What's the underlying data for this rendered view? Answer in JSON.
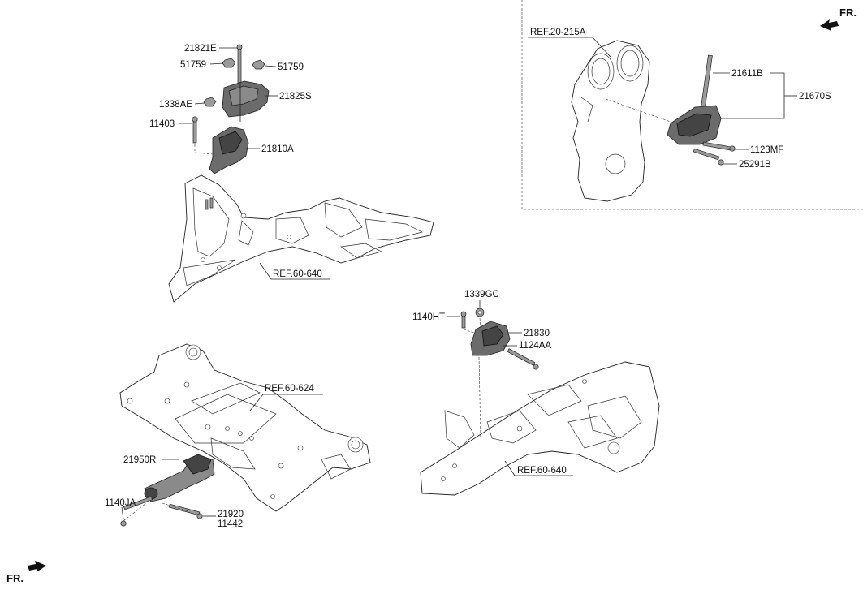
{
  "labels": {
    "fr_top": "FR.",
    "fr_bottom": "FR.",
    "p21821E": "21821E",
    "p51759a": "51759",
    "p51759b": "51759",
    "p1338AE": "1338AE",
    "p21825S": "21825S",
    "p11403": "11403",
    "p21810A": "21810A",
    "ref60_640_a": "REF.60-640",
    "ref20_215A": "REF.20-215A",
    "p21611B": "21611B",
    "p21670S": "21670S",
    "p1123MF": "1123MF",
    "p25291B": "25291B",
    "p1339GC": "1339GC",
    "p1140HT": "1140HT",
    "p21830": "21830",
    "p1124AA": "1124AA",
    "ref60_624": "REF.60-624",
    "ref60_640_b": "REF.60-640",
    "p21950R": "21950R",
    "p1140JA": "1140JA",
    "p21920": "21920",
    "p11442": "11442"
  },
  "icons": [
    "front-arrow-icon"
  ]
}
